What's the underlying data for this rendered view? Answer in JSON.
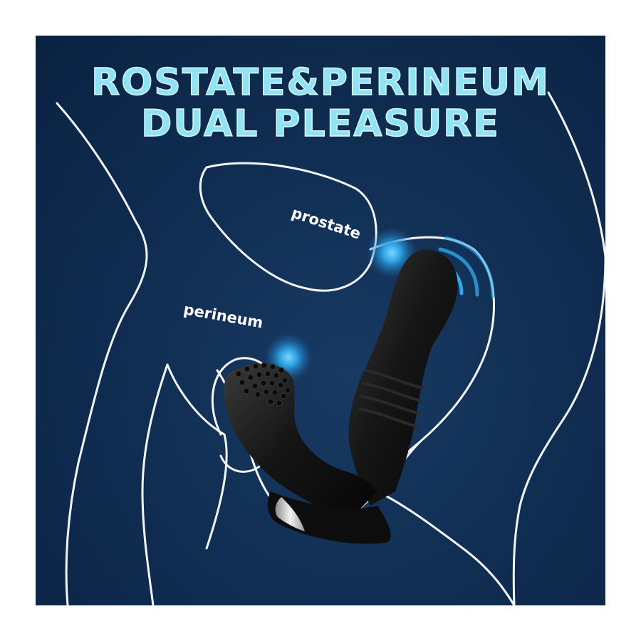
{
  "headline": {
    "line1": "ROSTATE&PERINEUM",
    "line2": "DUAL PLEASURE"
  },
  "callouts": {
    "prostate": "prostate",
    "perineum": "perineum"
  },
  "colors": {
    "background": "#0f2c50",
    "headline_fill": "#8fe3f5",
    "outline": "#ffffff",
    "glow": "#2fa8e8",
    "device": "#141414"
  },
  "icons": [
    "body-outline-illustration",
    "prostate-glow-icon",
    "perineum-glow-icon",
    "vibration-waves-icon",
    "massager-device-illustration"
  ]
}
